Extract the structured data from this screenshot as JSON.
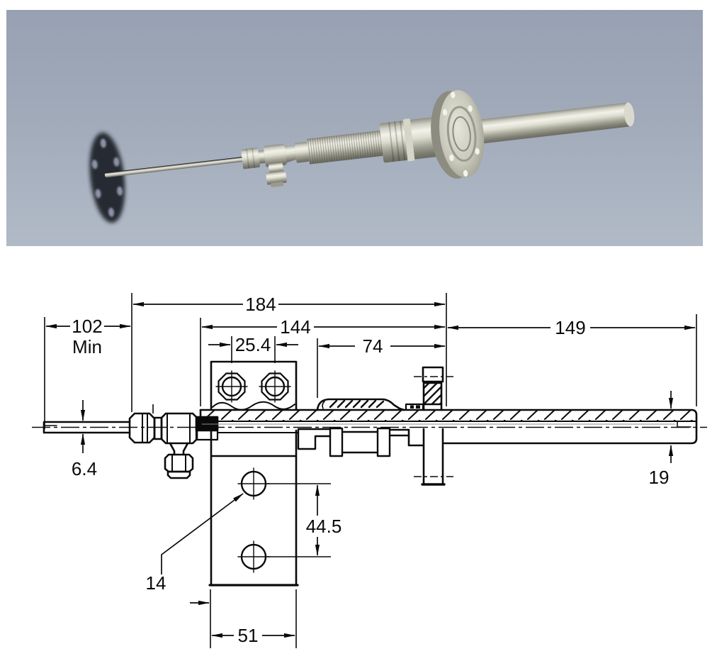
{
  "render_view": {
    "background_top": "#97a1b3",
    "background_bottom": "#b1bac6",
    "metal_highlight": "#f2f2e9",
    "metal_shadow": "#6b6b61",
    "disc_color": "#272b32"
  },
  "drawing": {
    "line_color": "#0a0a0a",
    "dims": {
      "overall": "184",
      "insertion": "102",
      "insertion_qualifier": "Min",
      "body": "144",
      "tube_right": "149",
      "hole_spacing_top": "25.4",
      "bellows": "74",
      "rod_dia": "6.4",
      "tube_dia": "19",
      "hole_spacing_plate": "44.5",
      "hole_dia": "14",
      "plate_width": "51"
    }
  }
}
